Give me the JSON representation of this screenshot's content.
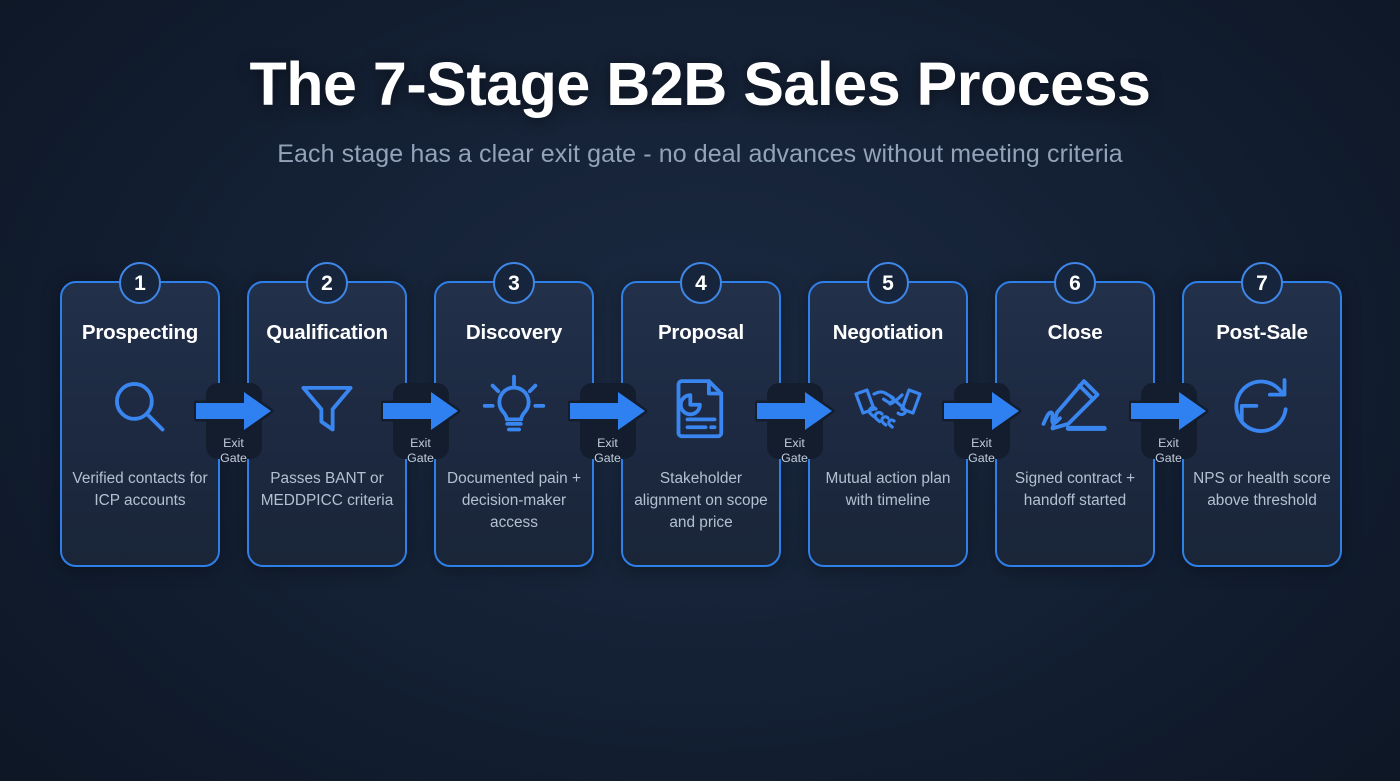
{
  "header": {
    "title": "The 7-Stage B2B Sales Process",
    "subtitle": "Each stage has a clear exit gate - no deal advances without meeting criteria"
  },
  "colors": {
    "background": "#0e1726",
    "card_border": "#2f7fe8",
    "card_fill_top": "#22304a",
    "card_fill_bottom": "#1a2538",
    "accent_blue": "#3f86e6",
    "arrow_blue": "#2f80f0",
    "title_text": "#ffffff",
    "subtitle_text": "#93a3ba",
    "desc_text": "#b3c0d2",
    "gate_text": "#c3ccd9",
    "gate_plate": "#131d2e"
  },
  "connector": {
    "label": "Exit\nGate",
    "icon": "right-arrow-icon"
  },
  "stages": [
    {
      "number": "1",
      "title": "Prospecting",
      "icon": "magnifier-icon",
      "description": "Verified contacts for ICP accounts"
    },
    {
      "number": "2",
      "title": "Qualification",
      "icon": "funnel-icon",
      "description": "Passes BANT or MEDDPICC criteria"
    },
    {
      "number": "3",
      "title": "Discovery",
      "icon": "lightbulb-icon",
      "description": "Documented pain + decision-maker access"
    },
    {
      "number": "4",
      "title": "Proposal",
      "icon": "document-chart-icon",
      "description": "Stakeholder alignment on scope and price"
    },
    {
      "number": "5",
      "title": "Negotiation",
      "icon": "handshake-icon",
      "description": "Mutual action plan with timeline"
    },
    {
      "number": "6",
      "title": "Close",
      "icon": "signature-pen-icon",
      "description": "Signed contract + handoff started"
    },
    {
      "number": "7",
      "title": "Post-Sale",
      "icon": "refresh-cycle-icon",
      "description": "NPS or health score above threshold"
    }
  ]
}
